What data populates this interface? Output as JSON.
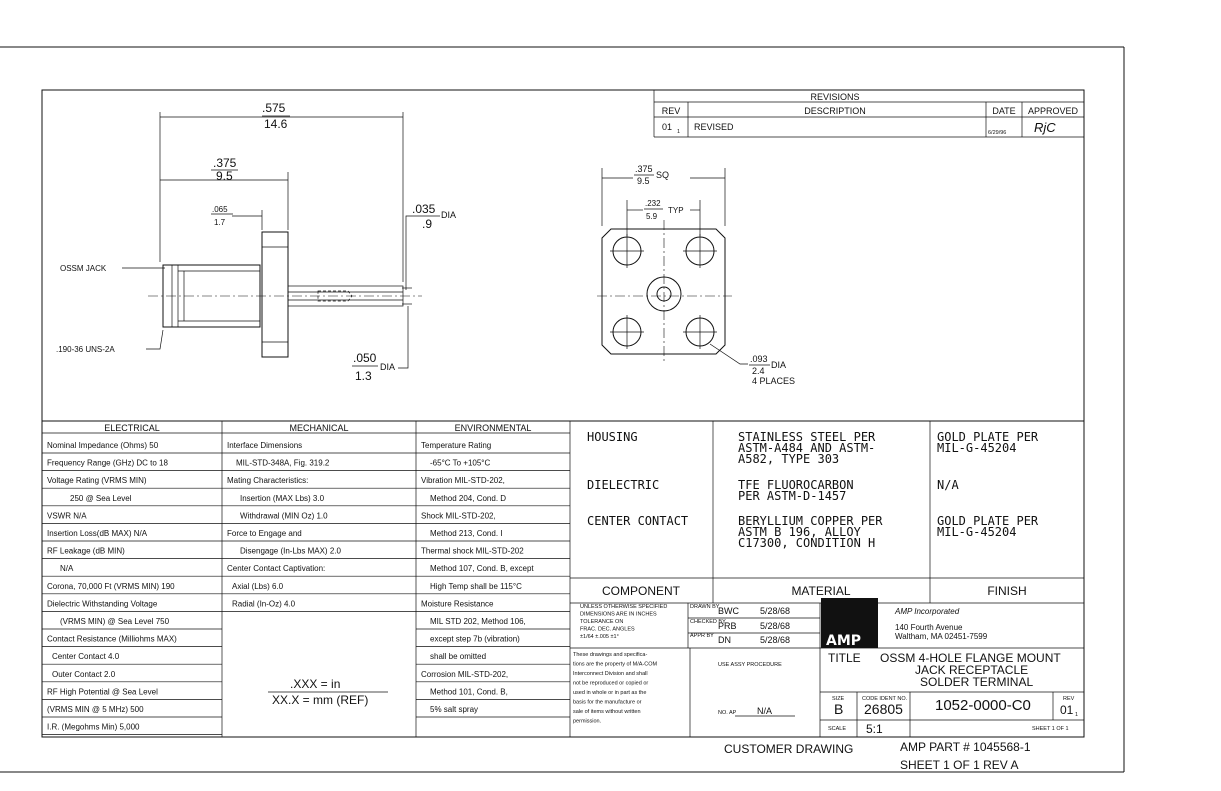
{
  "revisions": {
    "title": "REVISIONS",
    "col_rev": "REV",
    "col_desc": "DESCRIPTION",
    "col_date": "DATE",
    "col_approved": "APPROVED",
    "row": {
      "rev": "01",
      "rev_sub": "1",
      "desc": "REVISED",
      "date": "6/29/96",
      "approved": "RjC"
    }
  },
  "side_view": {
    "dim_575_in": ".575",
    "dim_575_mm": "14.6",
    "dim_375_in": ".375",
    "dim_375_mm": "9.5",
    "dim_065_in": ".065",
    "dim_065_mm": "1.7",
    "dim_035_in": ".035",
    "dim_035_mm": ".9",
    "dim_035_suffix": "DIA",
    "dim_050_in": ".050",
    "dim_050_mm": "1.3",
    "dim_050_suffix": "DIA",
    "label_jack": "OSSM JACK",
    "label_thread": ".190-36 UNS-2A"
  },
  "front_view": {
    "dim_375_in": ".375",
    "dim_375_mm": "9.5",
    "dim_375_suffix": "SQ",
    "dim_232_in": ".232",
    "dim_232_mm": "5.9",
    "dim_232_suffix": "TYP",
    "dim_093_in": ".093",
    "dim_093_mm": "2.4",
    "dim_093_suffix": "DIA",
    "dim_093_note": "4 PLACES"
  },
  "electrical": {
    "header": "ELECTRICAL",
    "lines": [
      "Nominal Impedance (Ohms)   50",
      "Frequency Range (GHz) DC to 18",
      "Voltage Rating (VRMS MIN)",
      "250   @ Sea Level",
      "VSWR N/A",
      "Insertion Loss(dB MAX) N/A",
      "RF Leakage (dB MIN)",
      "N/A",
      "Corona, 70,000 Ft (VRMS MIN)   190",
      "Dielectric Withstanding Voltage",
      "(VRMS MIN) @ Sea Level   750",
      "Contact Resistance (Milliohms MAX)",
      "Center Contact   4.0",
      "Outer Contact   2.0",
      "RF High Potential @ Sea Level",
      "(VRMS MIN @ 5 MHz)   500",
      "I.R. (Megohms Min)   5,000"
    ]
  },
  "mechanical": {
    "header": "MECHANICAL",
    "lines": [
      "Interface Dimensions",
      "MIL-STD-348A, Fig. 319.2",
      "Mating Characteristics:",
      "Insertion (MAX Lbs)   3.0",
      "Withdrawal (MIN Oz)   1.0",
      "Force to Engage and",
      "Disengage (In-Lbs MAX)   2.0",
      "Center Contact Captivation:",
      "Axial (Lbs)   6.0",
      "Radial (In-Oz)   4.0"
    ],
    "units_top": ".XXX = in",
    "units_bottom": "XX.X = mm (REF)"
  },
  "environmental": {
    "header": "ENVIRONMENTAL",
    "lines": [
      "Temperature Rating",
      "-65°C To +105°C",
      "Vibration  MIL-STD-202,",
      "Method 204, Cond. D",
      "Shock  MIL-STD-202,",
      "Method 213, Cond. I",
      "Thermal shock  MIL-STD-202",
      "Method 107, Cond. B, except",
      "High Temp shall be 115°C",
      "Moisture Resistance",
      "MIL STD 202, Method 106,",
      "except step 7b (vibration)",
      "shall be omitted",
      "Corrosion  MIL-STD-202,",
      "Method 101, Cond. B,",
      "5% salt spray"
    ]
  },
  "materials": {
    "rows": [
      {
        "component": "HOUSING",
        "material": [
          "STAINLESS STEEL PER",
          "ASTM-A484 AND ASTM-",
          "A582, TYPE 303"
        ],
        "finish": [
          "GOLD PLATE PER",
          "MIL-G-45204"
        ]
      },
      {
        "component": "DIELECTRIC",
        "material": [
          "TFE FLUOROCARBON",
          "PER ASTM-D-1457"
        ],
        "finish": [
          "N/A"
        ]
      },
      {
        "component": "CENTER CONTACT",
        "material": [
          "BERYLLIUM COPPER PER",
          "ASTM B 196, ALLOY",
          "C17300, CONDITION H"
        ],
        "finish": [
          "GOLD PLATE PER",
          "MIL-G-45204"
        ]
      }
    ],
    "col_component": "COMPONENT",
    "col_material": "MATERIAL",
    "col_finish": "FINISH"
  },
  "title_block": {
    "tolerance_note": [
      "UNLESS OTHERWISE SPECIFIED",
      "DIMENSIONS ARE IN INCHES",
      "TOLERANCE ON",
      "FRAC.    DEC.    ANGLES",
      "±1/64   ±.005    ±1°"
    ],
    "drawn_label": "DRAWN BY",
    "drawn_by": "BWC",
    "drawn_date": "5/28/68",
    "checked_label": "CHECKED BY",
    "checked_by": "PRB",
    "checked_date": "5/28/68",
    "approved_label": "APPR BY",
    "approved_by": "DN",
    "approved_date": "5/28/68",
    "company": "AMP Incorporated",
    "address1": "140 Fourth Avenue",
    "address2": "Waltham, MA 02451-7599",
    "logo": "AMP",
    "proprietary": [
      "These drawings and specifica-",
      "tions are the property of M/A-COM",
      "Interconnect Division and shall",
      "not be reproduced or copied or",
      "used in whole or in part as the",
      "basis for the manufacture or",
      "sale of items without written",
      "permission."
    ],
    "use_assy": "USE ASSY PROCEDURE",
    "no_ap_label": "NO. AP",
    "no_ap": "N/A",
    "title_label": "TITLE",
    "title_lines": [
      "OSSM 4-HOLE FLANGE MOUNT",
      "JACK RECEPTACLE",
      "SOLDER  TERMINAL"
    ],
    "size_label": "SIZE",
    "size": "B",
    "code_label": "CODE IDENT NO.",
    "code": "26805",
    "dwg_no": "1052-0000-C0",
    "rev_label": "REV",
    "rev": "01",
    "rev_sub": "1",
    "scale_label": "SCALE",
    "scale": "5:1",
    "sheet": "SHEET 1 OF 1"
  },
  "footer": {
    "customer": "CUSTOMER DRAWING",
    "amp_part": "AMP PART # 1045568-1",
    "sheet": "SHEET 1 OF 1  REV A"
  }
}
